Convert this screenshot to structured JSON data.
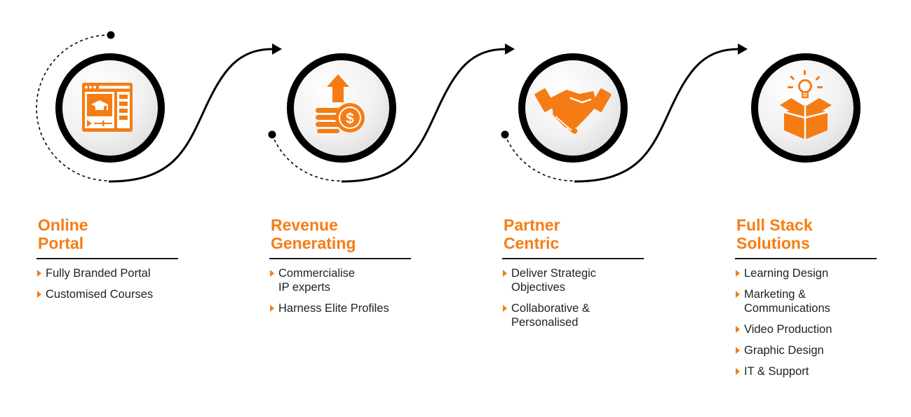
{
  "colors": {
    "accent": "#f57c14",
    "ring": "#000000",
    "text": "#222222"
  },
  "steps": [
    {
      "icon": "online-course-icon",
      "title_lines": [
        "Online",
        "Portal"
      ],
      "bullets": [
        [
          "Fully Branded Portal"
        ],
        [
          "Customised Courses"
        ]
      ]
    },
    {
      "icon": "revenue-coins-icon",
      "title_lines": [
        "Revenue",
        "Generating"
      ],
      "bullets": [
        [
          "Commercialise",
          "IP experts"
        ],
        [
          "Harness Elite Profiles"
        ]
      ]
    },
    {
      "icon": "handshake-icon",
      "title_lines": [
        "Partner",
        "Centric"
      ],
      "bullets": [
        [
          "Deliver Strategic",
          "Objectives"
        ],
        [
          "Collaborative &",
          "Personalised"
        ]
      ]
    },
    {
      "icon": "idea-box-icon",
      "title_lines": [
        "Full Stack",
        "Solutions"
      ],
      "bullets": [
        [
          "Learning Design"
        ],
        [
          "Marketing &",
          "Communications"
        ],
        [
          "Video Production"
        ],
        [
          "Graphic Design"
        ],
        [
          "IT & Support"
        ]
      ]
    }
  ]
}
